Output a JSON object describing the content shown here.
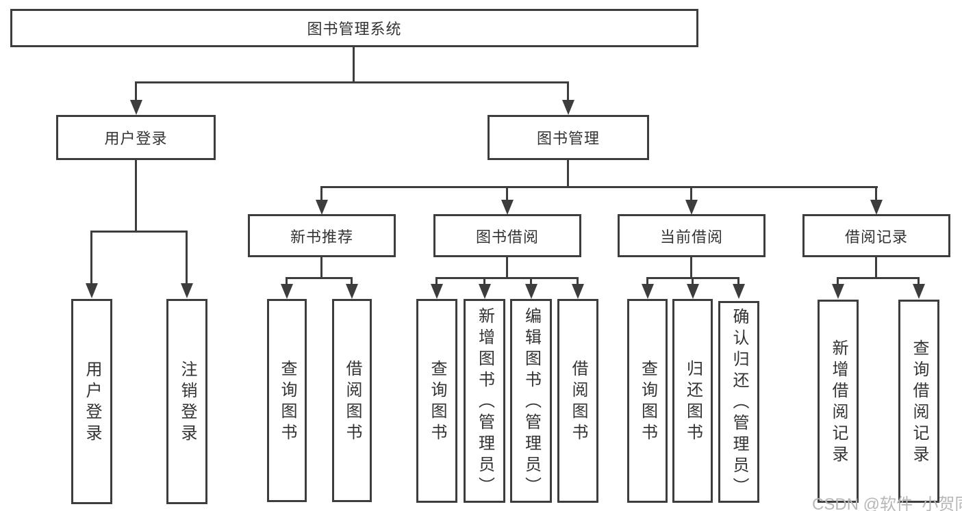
{
  "diagram": {
    "root": "图书管理系统",
    "level2": [
      {
        "label": "用户登录"
      },
      {
        "label": "图书管理"
      }
    ],
    "level3": [
      {
        "label": "新书推荐"
      },
      {
        "label": "图书借阅"
      },
      {
        "label": "当前借阅"
      },
      {
        "label": "借阅记录"
      }
    ],
    "leaves": {
      "user_login": [
        "用户登录",
        "注销登录"
      ],
      "new_book": [
        "查询图书",
        "借阅图书"
      ],
      "borrow": [
        "查询图书",
        "新增图书（管理员）",
        "编辑图书（管理员）",
        "借阅图书"
      ],
      "current": [
        "查询图书",
        "归还图书",
        "确认归还（管理员）"
      ],
      "records": [
        "新增借阅记录",
        "查询借阅记录"
      ]
    }
  },
  "watermark": "CSDN @软件_小贺同学",
  "colors": {
    "line": "#3d3d3d",
    "text": "#333333",
    "watermark": "#b7b7b7",
    "background": "#ffffff"
  }
}
